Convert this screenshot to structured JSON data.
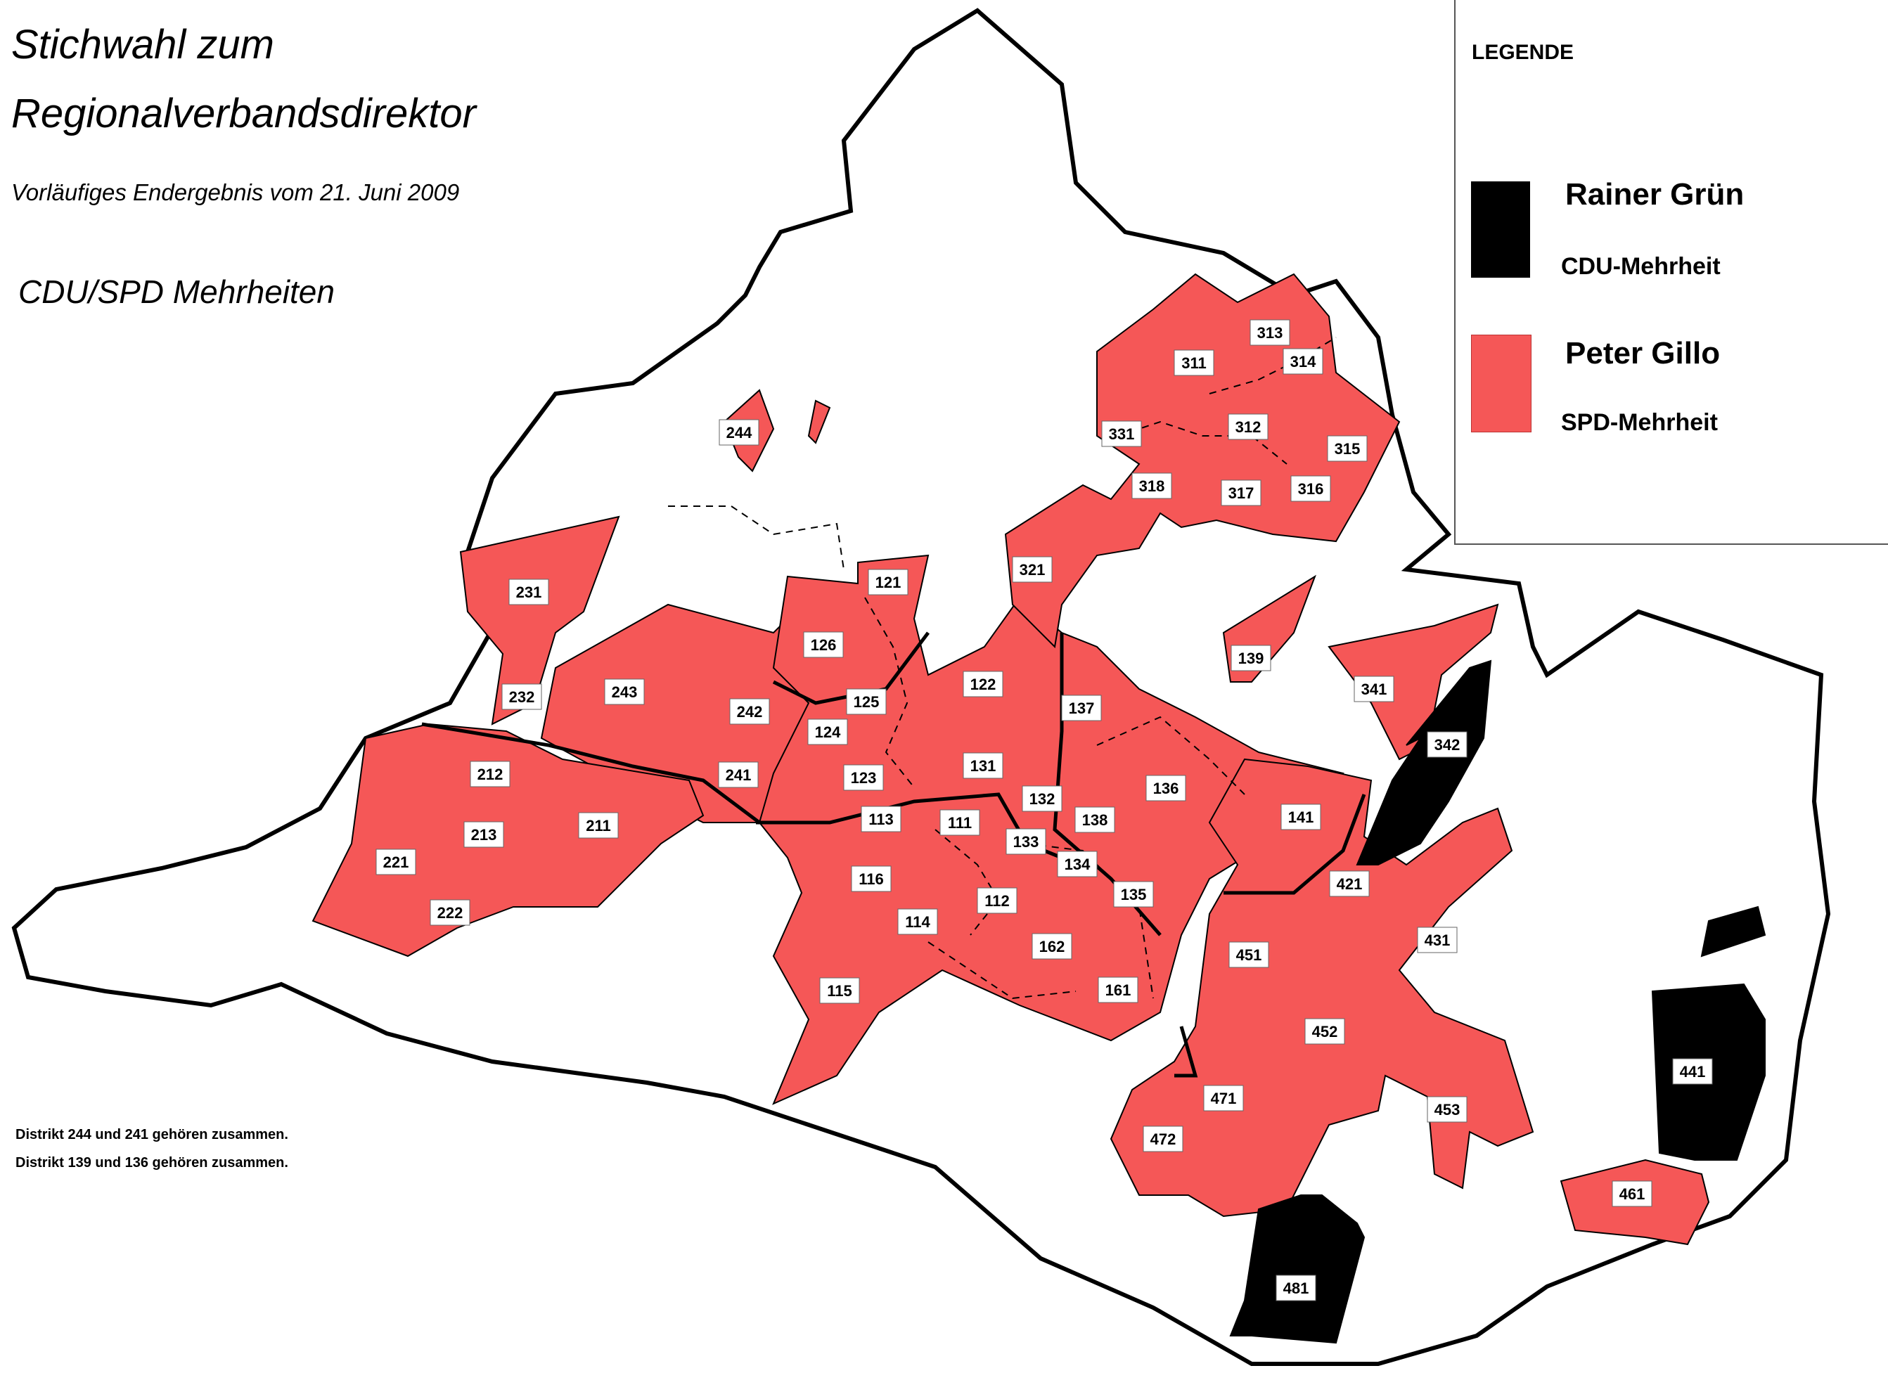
{
  "title_line1": "Stichwahl zum",
  "title_line2": "Regionalverbandsdirektor",
  "subtitle": "Vorläufiges Endergebnis vom 21. Juni 2009",
  "caption": "CDU/SPD Mehrheiten",
  "notes": [
    "Distrikt 244 und 241 gehören zusammen.",
    "Distrikt 139 und 136 gehören zusammen."
  ],
  "legend": {
    "title": "LEGENDE",
    "items": [
      {
        "name": "Rainer Grün",
        "sub": "CDU-Mehrheit",
        "color": "#000000"
      },
      {
        "name": "Peter Gillo",
        "sub": "SPD-Mehrheit",
        "color": "#f55757"
      }
    ]
  },
  "colors": {
    "spd": "#f55757",
    "cdu": "#000000",
    "none": "#ffffff",
    "border": "#000000"
  },
  "districts": [
    {
      "id": "111",
      "party": "SPD"
    },
    {
      "id": "112",
      "party": "SPD"
    },
    {
      "id": "113",
      "party": "SPD"
    },
    {
      "id": "114",
      "party": "SPD"
    },
    {
      "id": "115",
      "party": "SPD"
    },
    {
      "id": "116",
      "party": "SPD"
    },
    {
      "id": "121",
      "party": "SPD"
    },
    {
      "id": "122",
      "party": "SPD"
    },
    {
      "id": "123",
      "party": "SPD"
    },
    {
      "id": "124",
      "party": "SPD"
    },
    {
      "id": "125",
      "party": "SPD"
    },
    {
      "id": "126",
      "party": "SPD"
    },
    {
      "id": "131",
      "party": "SPD"
    },
    {
      "id": "132",
      "party": "SPD"
    },
    {
      "id": "133",
      "party": "SPD"
    },
    {
      "id": "134",
      "party": "SPD"
    },
    {
      "id": "135",
      "party": "SPD"
    },
    {
      "id": "136",
      "party": "SPD"
    },
    {
      "id": "137",
      "party": "SPD"
    },
    {
      "id": "138",
      "party": "SPD"
    },
    {
      "id": "139",
      "party": "SPD"
    },
    {
      "id": "141",
      "party": "SPD"
    },
    {
      "id": "161",
      "party": "SPD"
    },
    {
      "id": "162",
      "party": "SPD"
    },
    {
      "id": "211",
      "party": "SPD"
    },
    {
      "id": "212",
      "party": "SPD"
    },
    {
      "id": "213",
      "party": "SPD"
    },
    {
      "id": "221",
      "party": "SPD"
    },
    {
      "id": "222",
      "party": "SPD"
    },
    {
      "id": "231",
      "party": "SPD"
    },
    {
      "id": "232",
      "party": "SPD"
    },
    {
      "id": "241",
      "party": "SPD"
    },
    {
      "id": "242",
      "party": "SPD"
    },
    {
      "id": "243",
      "party": "SPD"
    },
    {
      "id": "244",
      "party": "SPD"
    },
    {
      "id": "311",
      "party": "SPD"
    },
    {
      "id": "312",
      "party": "SPD"
    },
    {
      "id": "313",
      "party": "SPD"
    },
    {
      "id": "314",
      "party": "SPD"
    },
    {
      "id": "315",
      "party": "SPD"
    },
    {
      "id": "316",
      "party": "SPD"
    },
    {
      "id": "317",
      "party": "SPD"
    },
    {
      "id": "318",
      "party": "SPD"
    },
    {
      "id": "321",
      "party": "SPD"
    },
    {
      "id": "331",
      "party": "SPD"
    },
    {
      "id": "341",
      "party": "SPD"
    },
    {
      "id": "342",
      "party": "CDU"
    },
    {
      "id": "421",
      "party": "SPD"
    },
    {
      "id": "431",
      "party": "SPD"
    },
    {
      "id": "441",
      "party": "CDU"
    },
    {
      "id": "451",
      "party": "SPD"
    },
    {
      "id": "452",
      "party": "SPD"
    },
    {
      "id": "453",
      "party": "SPD"
    },
    {
      "id": "461",
      "party": "SPD"
    },
    {
      "id": "471",
      "party": "SPD"
    },
    {
      "id": "472",
      "party": "SPD"
    },
    {
      "id": "481",
      "party": "CDU"
    }
  ]
}
